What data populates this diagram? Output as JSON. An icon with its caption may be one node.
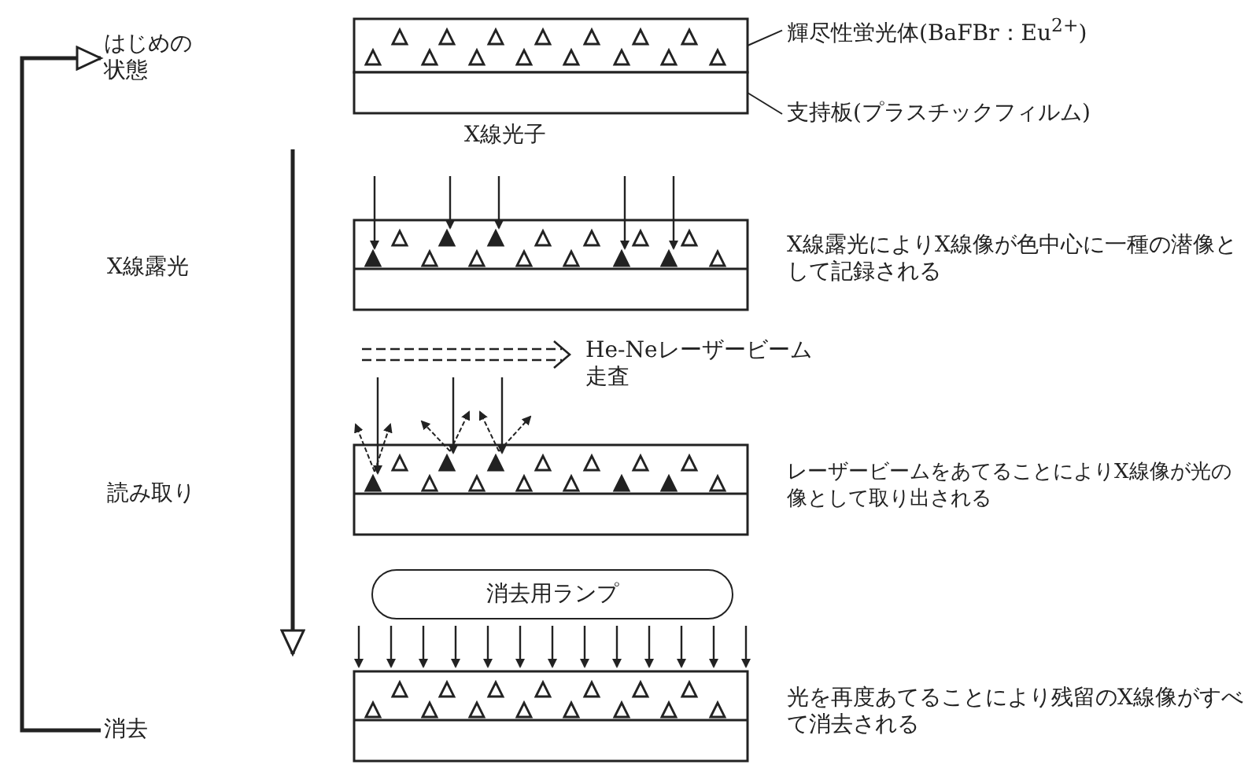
{
  "diagram": {
    "nodes": [
      {
        "text": [
          "はじめの状態"
        ]
      },
      {
        "text": [
          "X線露光"
        ]
      },
      {
        "text": [
          "読み取り"
        ]
      },
      {
        "text": [
          "消去"
        ]
      },
      {
        "text": [
          "輝尽性蛍光体(BaFBr：Eu$^{2+}$)"
        ]
      },
      {
        "text": [
          "支持板(プラスチックフィルム)"
        ]
      },
      {
        "text": [],
        "shape": "box"
      },
      {
        "text": [],
        "shape": "box"
      },
      {
        "text": [
          "消去用ランプ"
        ]
      }
    ],
    "edges": [
      {
        "from": 3,
        "to": 0,
        "arrow": "to",
        "style": "thick"
      },
      {
        "from": 4,
        "to": 6,
        "arrow": "none"
      },
      {
        "from": 5,
        "to": 7,
        "arrow": "none"
      }
    ],
    "labels": [
      "X線光子",
      "X線露光によりX線像が色中心に一種の潜像として記録される",
      "He-Neレーザービーム走査",
      "レーザービームをあてることによりX線像が光の像として取り出される",
      "光を再度あてることにより残留のX線像がすべて消去される"
    ]
  }
}
